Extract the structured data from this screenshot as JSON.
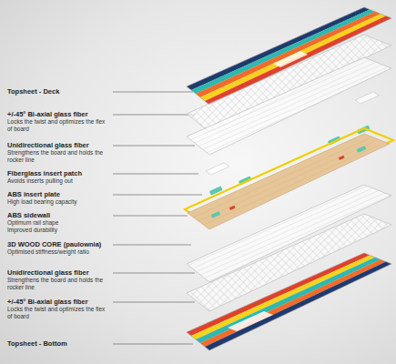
{
  "diagram": {
    "labels": [
      "Topsheet - Deck",
      "+/-45° Bi-axial glass fiber",
      "Locks the twist and optimizes the flex of board",
      "Unidirectional glass fiber",
      "Strengthens the board and holds the rocker line",
      "Fiberglass insert patch",
      "Avoids inserts pulling out",
      "ABS insert plate",
      "High load bearing capacity",
      "ABS sidewall",
      "Optimum rail shape Improved durability",
      "3D WOOD CORE (paulownia)",
      "Optimised stiffness/weight ratio",
      "Unidirectional glass fiber",
      "Strengthens the board and holds the rocker line",
      "+/-45° Bi-axial glass fiber",
      "Locks the twist and optimizes the flex of board",
      "Topsheet - Bottom"
    ]
  }
}
